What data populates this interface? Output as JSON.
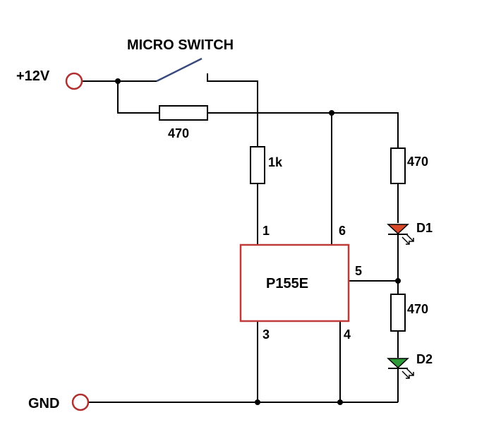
{
  "title": "MICRO SWITCH",
  "terminals": {
    "vcc": "+12V",
    "gnd": "GND"
  },
  "resistors": {
    "r_series": "470",
    "r_pin1": "1k",
    "r_d1": "470",
    "r_d2": "470"
  },
  "ic": {
    "name": "P155E",
    "pins": {
      "p1": "1",
      "p3": "3",
      "p4": "4",
      "p5": "5",
      "p6": "6"
    }
  },
  "leds": {
    "d1": "D1",
    "d2": "D2"
  },
  "colors": {
    "wire": "#000000",
    "terminal": "#b03030",
    "ic_outline": "#c03a3a",
    "switch_lever": "#3a4a7a",
    "led_d1": "#d94a2a",
    "led_d2": "#2f9a3a"
  }
}
